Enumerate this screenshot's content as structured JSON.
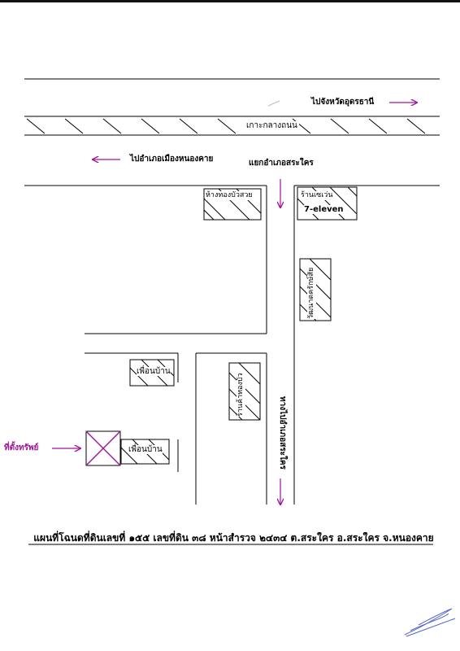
{
  "labels": {
    "to_udon": "ไปจังหวัดอุดรธานี",
    "median": "เกาะกลางถนน",
    "to_nongkhai": "ไปอำเภอเมืองหนองคาย",
    "junction": "แยกอำเภอสระใคร",
    "shop_gold": "ห้างทองบัวสวย",
    "seven_shop": "ร้านเซเว่น",
    "seven_brand": "7-eleven",
    "vertical_shop": "วัฒนาดครักษ์สัย",
    "neighbor_1": "เพื่อนบ้าน",
    "neighbor_2": "เพื่อนบ้าน",
    "vertical_house": "ร้านค้าทองบัว",
    "road_to_district": "ทางไปอำเภอสระใคร",
    "property": "ที่ตั้งทรัพย์"
  },
  "caption": "แผนที่โฉนดที่ดินเลขที่ ๑๕๕ เลขที่ดิน ๓๘ หน้าสำรวจ ๒๔๓๔ ต.สระใคร อ.สระใคร จ.หนองคาย",
  "colors": {
    "ink": "#000000",
    "arrow": "#a0149a",
    "signature": "#5563c8"
  },
  "icons": {
    "arrow_right": "arrow-right-icon",
    "arrow_left": "arrow-left-icon",
    "arrow_down": "arrow-down-icon",
    "property_marker": "x-box-icon",
    "signature": "signature-mark"
  }
}
